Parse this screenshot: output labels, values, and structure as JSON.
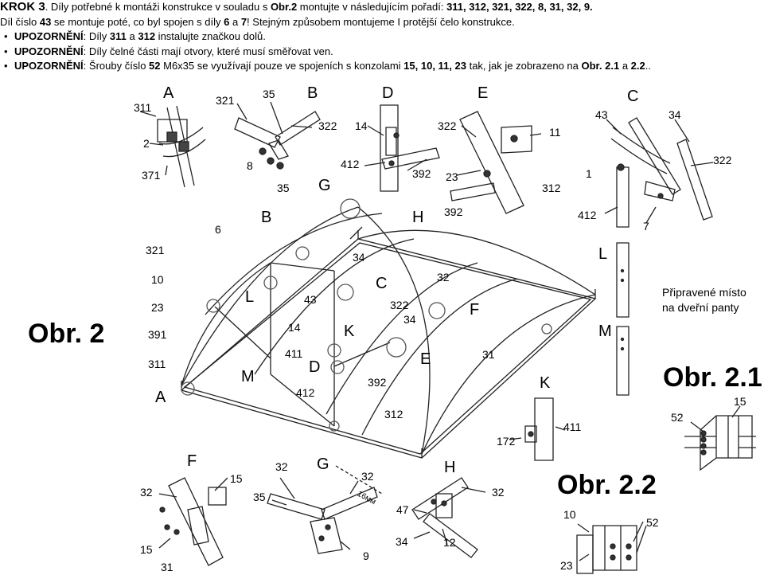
{
  "instructions": {
    "step_label": "KROK 3",
    "line1_rest_a": ". Díly potřebné k montáži konstrukce v souladu s ",
    "line1_ref": "Obr.2",
    "line1_rest_b": " montujte v následujícím pořadí: ",
    "line1_order": "311, 312, 321, 322, 8, 31, 32, 9.",
    "line2_a": "Díl číslo ",
    "line2_part": "43",
    "line2_b": " se montuje poté, co byl spojen s díly ",
    "line2_parts": "6",
    "line2_and": " a ",
    "line2_parts2": "7",
    "line2_c": "! Stejným způsobem montujeme I protější čelo konstrukce.",
    "bullets": [
      {
        "warn": "UPOZORNĚNÍ",
        "text_a": ": Díly ",
        "b1": "311",
        "text_b": " a ",
        "b2": "312",
        "text_c": " instalujte značkou dolů."
      },
      {
        "warn": "UPOZORNĚNÍ",
        "text_a": ": Díly čelné části mají otvory, které musí směřovat  ven."
      },
      {
        "warn": "UPOZORNĚNÍ",
        "text_a": ": Šrouby číslo ",
        "b1": "52",
        "text_b": " M6x35 se využívají pouze ve spojeních s konzolami ",
        "b2": "15, 10, 11, 23",
        "text_c": " tak, jak je zobrazeno na ",
        "b3": "Obr. 2.1",
        "text_d": " a ",
        "b4": "2.2",
        "text_e": ".."
      }
    ]
  },
  "figure_titles": {
    "obr2": "Obr. 2",
    "obr21": "Obr. 2.1",
    "obr22": "Obr. 2.2"
  },
  "note": {
    "line1": "Připravené místo",
    "line2": "na dveřní panty"
  },
  "detail_letters": [
    "A",
    "B",
    "D",
    "E",
    "C",
    "G",
    "H",
    "L",
    "M",
    "K",
    "F",
    "G",
    "H",
    "B",
    "A",
    "C",
    "D",
    "E",
    "F",
    "K",
    "L",
    "M"
  ],
  "labels": {
    "a_311": "311",
    "a_2": "2",
    "a_371": "371",
    "a_A": "A",
    "b_321": "321",
    "b_35": "35",
    "b_B": "B",
    "b_322": "322",
    "b_8": "8",
    "d_D": "D",
    "d_14": "14",
    "d_412": "412",
    "d_392": "392",
    "e_E": "E",
    "e_322": "322",
    "e_11": "11",
    "e_23": "23",
    "e_312": "312",
    "c_C": "C",
    "c_43": "43",
    "c_34": "34",
    "c_322": "322",
    "c_1": "1",
    "c_412": "412",
    "c_7": "7",
    "g_35": "35",
    "g_G": "G",
    "g_392": "392",
    "h_H": "H",
    "m_B": "B",
    "m_6": "6",
    "m_321": "321",
    "m_10": "10",
    "m_23": "23",
    "m_391": "391",
    "m_311": "311",
    "m_A": "A",
    "m_L": "L",
    "m_M": "M",
    "m_43": "43",
    "m_14": "14",
    "m_411": "411",
    "m_D": "D",
    "m_412": "412",
    "m_34": "34",
    "m_C": "C",
    "m_322": "322",
    "m_32": "32",
    "m_34b": "34",
    "m_F": "F",
    "m_K": "K",
    "m_E": "E",
    "m_31": "31",
    "m_392": "392",
    "m_312": "312",
    "r_L": "L",
    "r_M": "M",
    "r_K": "K",
    "r_411": "411",
    "r_172": "172",
    "f_F": "F",
    "f_32": "32",
    "f_15": "15",
    "f_15b": "15",
    "f_31": "31",
    "g2_32": "32",
    "g2_G": "G",
    "g2_32b": "32",
    "g2_35": "35",
    "g2_16": "16мм",
    "g2_9": "9",
    "h2_H": "H",
    "h2_32": "32",
    "h2_47": "47",
    "h2_34": "34",
    "h2_12": "12",
    "o22_10": "10",
    "o22_52": "52",
    "o22_23": "23",
    "o21_15": "15",
    "o21_52": "52"
  }
}
